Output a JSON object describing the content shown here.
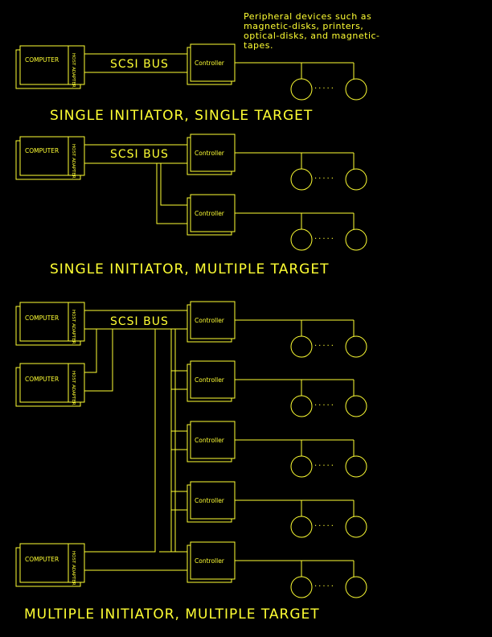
{
  "note_lines": [
    "Peripheral devices such as",
    "magnetic-disks, printers,",
    "optical-disks, and magnetic-",
    "tapes."
  ],
  "computer_label": "COMPUTER",
  "host_adapter_label": "HOST ADAPTER",
  "controller_label": "Controller",
  "bus_label": "SCSI BUS",
  "device_gap_dots": "·····",
  "titles": {
    "single_single": "SINGLE INITIATOR, SINGLE TARGET",
    "single_multiple": "SINGLE INITIATOR, MULTIPLE TARGET",
    "multiple_multiple": "MULTIPLE INITIATOR, MULTIPLE TARGET"
  },
  "colors": {
    "line": "#ffff33",
    "background": "#000000"
  }
}
